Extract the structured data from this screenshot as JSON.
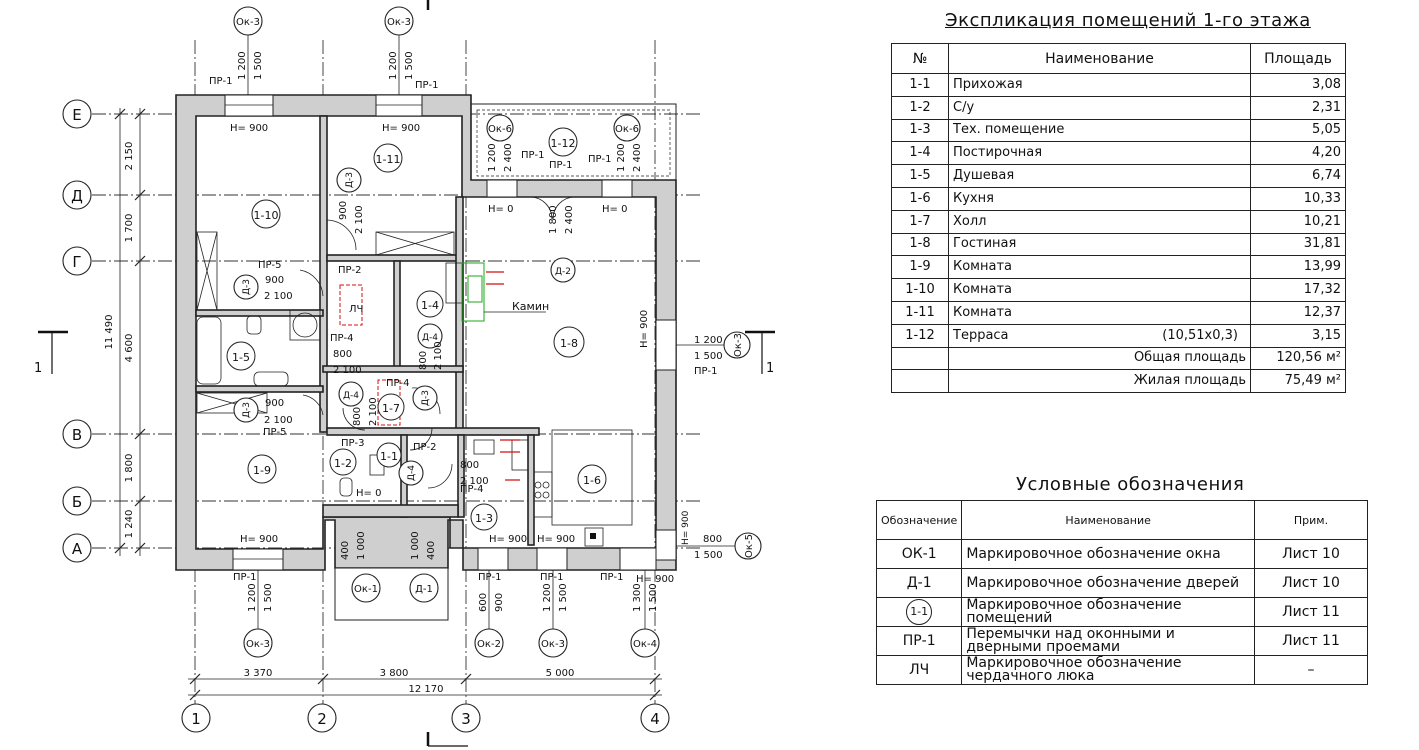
{
  "explication": {
    "title": "Экспликация помещений 1-го этажа",
    "headers": [
      "№",
      "Наименование",
      "Площадь"
    ],
    "rows": [
      {
        "num": "1-1",
        "name": "Прихожая",
        "extra": "",
        "area": "3,08"
      },
      {
        "num": "1-2",
        "name": "С/у",
        "extra": "",
        "area": "2,31"
      },
      {
        "num": "1-3",
        "name": "Тех. помещение",
        "extra": "",
        "area": "5,05"
      },
      {
        "num": "1-4",
        "name": "Постирочная",
        "extra": "",
        "area": "4,20"
      },
      {
        "num": "1-5",
        "name": "Душевая",
        "extra": "",
        "area": "6,74"
      },
      {
        "num": "1-6",
        "name": "Кухня",
        "extra": "",
        "area": "10,33"
      },
      {
        "num": "1-7",
        "name": "Холл",
        "extra": "",
        "area": "10,21"
      },
      {
        "num": "1-8",
        "name": "Гостиная",
        "extra": "",
        "area": "31,81"
      },
      {
        "num": "1-9",
        "name": "Комната",
        "extra": "",
        "area": "13,99"
      },
      {
        "num": "1-10",
        "name": "Комната",
        "extra": "",
        "area": "17,32"
      },
      {
        "num": "1-11",
        "name": "Комната",
        "extra": "",
        "area": "12,37"
      },
      {
        "num": "1-12",
        "name": "Терраса",
        "extra": "(10,51x0,3)",
        "area": "3,15"
      }
    ],
    "total_label": "Общая площадь",
    "total_value": "120,56 м²",
    "living_label": "Жилая площадь",
    "living_value": "75,49 м²"
  },
  "legend": {
    "title": "Условные обозначения",
    "headers": [
      "Обозначение",
      "Наименование",
      "Прим."
    ],
    "rows": [
      {
        "symbol": "ОК-1",
        "name": "Маркировочное обозначение окна",
        "note": "Лист 10"
      },
      {
        "symbol": "Д-1",
        "name": "Маркировочное обозначение дверей",
        "note": "Лист 10"
      },
      {
        "symbol": "1-1",
        "name": "Маркировочное обозначение помещений",
        "note": "Лист 11"
      },
      {
        "symbol": "ПР-1",
        "name": "Перемычки над  оконными и дверными проемами",
        "note": "Лист 11"
      },
      {
        "symbol": "ЛЧ",
        "name": "Маркировочное обозначение чердачного люка",
        "note": "–"
      }
    ]
  },
  "plan": {
    "axes_rows": [
      "Е",
      "Д",
      "Г",
      "В",
      "Б",
      "А"
    ],
    "axes_cols": [
      "1",
      "2",
      "3",
      "4"
    ],
    "col_dims": [
      "3 370",
      "3 800",
      "5 000"
    ],
    "col_total": "12 170",
    "row_dims": [
      "2 150",
      "1 700",
      "4 600",
      "1 800",
      "1 240"
    ],
    "row_total": "11 490",
    "section_mark": "1",
    "rooms": [
      {
        "id": "room-1-1",
        "label": "1-1"
      },
      {
        "id": "room-1-2",
        "label": "1-2"
      },
      {
        "id": "room-1-3",
        "label": "1-3"
      },
      {
        "id": "room-1-4",
        "label": "1-4"
      },
      {
        "id": "room-1-5",
        "label": "1-5"
      },
      {
        "id": "room-1-6",
        "label": "1-6"
      },
      {
        "id": "room-1-7",
        "label": "1-7"
      },
      {
        "id": "room-1-8",
        "label": "1-8"
      },
      {
        "id": "room-1-9",
        "label": "1-9"
      },
      {
        "id": "room-1-10",
        "label": "1-10"
      },
      {
        "id": "room-1-11",
        "label": "1-11"
      },
      {
        "id": "room-1-12",
        "label": "1-12"
      }
    ],
    "windows": [
      "Ок-3",
      "Ок-3",
      "Ок-6",
      "Ок-6",
      "Ок-3",
      "Ок-5",
      "Ок-3",
      "Ок-2",
      "Ок-3",
      "Ок-4",
      "Ок-1",
      "Д-1"
    ],
    "doors": [
      "Д-3",
      "Д-3",
      "Д-2",
      "Д-4",
      "Д-4",
      "Д-3",
      "Д-3",
      "Д-4"
    ],
    "lintels": [
      "ПР-1",
      "ПР-1",
      "ПР-1",
      "ПР-1",
      "ПР-1",
      "ПР-1",
      "ПР-1",
      "ПР-1",
      "ПР-1",
      "ПР-2",
      "ПР-2",
      "ПР-3",
      "ПР-4",
      "ПР-4",
      "ПР-4",
      "ПР-5",
      "ПР-5",
      "ПР-1"
    ],
    "heights": [
      "Н= 900",
      "Н= 900",
      "Н= 0",
      "Н= 0",
      "Н= 900",
      "Н= 900",
      "Н= 900",
      "Н= 900",
      "Н= 0",
      "Н= 900",
      "Н= 900"
    ],
    "dims_small": [
      "1 200",
      "1 500",
      "2 400",
      "900",
      "2 100",
      "1 800",
      "800",
      "600",
      "1 300",
      "1 000",
      "400"
    ],
    "fireplace": "Камин",
    "hatch": "ЛЧ"
  }
}
